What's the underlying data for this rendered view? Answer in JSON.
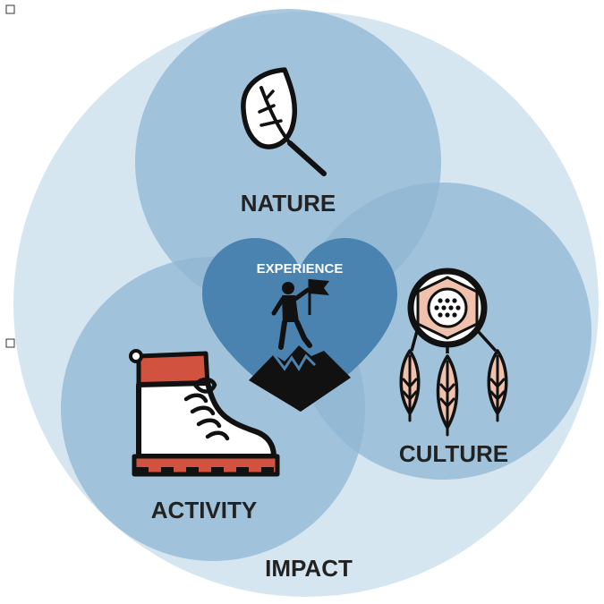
{
  "diagram": {
    "outer_label": "IMPACT",
    "circles": [
      {
        "key": "nature",
        "label": "NATURE",
        "icon": "leaf-icon"
      },
      {
        "key": "culture",
        "label": "CULTURE",
        "icon": "dreamcatcher-icon"
      },
      {
        "key": "activity",
        "label": "ACTIVITY",
        "icon": "hiking-boot-icon"
      }
    ],
    "center": {
      "label": "EXPERIENCE",
      "icon": "summit-climber-icon"
    }
  },
  "colors": {
    "outer_fill": "#d6e6f1",
    "circle_fill": "#8fb5d3",
    "heart_fill": "#4b83b0",
    "text_dark": "#222222",
    "text_light": "#ffffff",
    "accent_red": "#d1533f",
    "accent_peach": "#f0c2ad",
    "icon_black": "#111111"
  }
}
